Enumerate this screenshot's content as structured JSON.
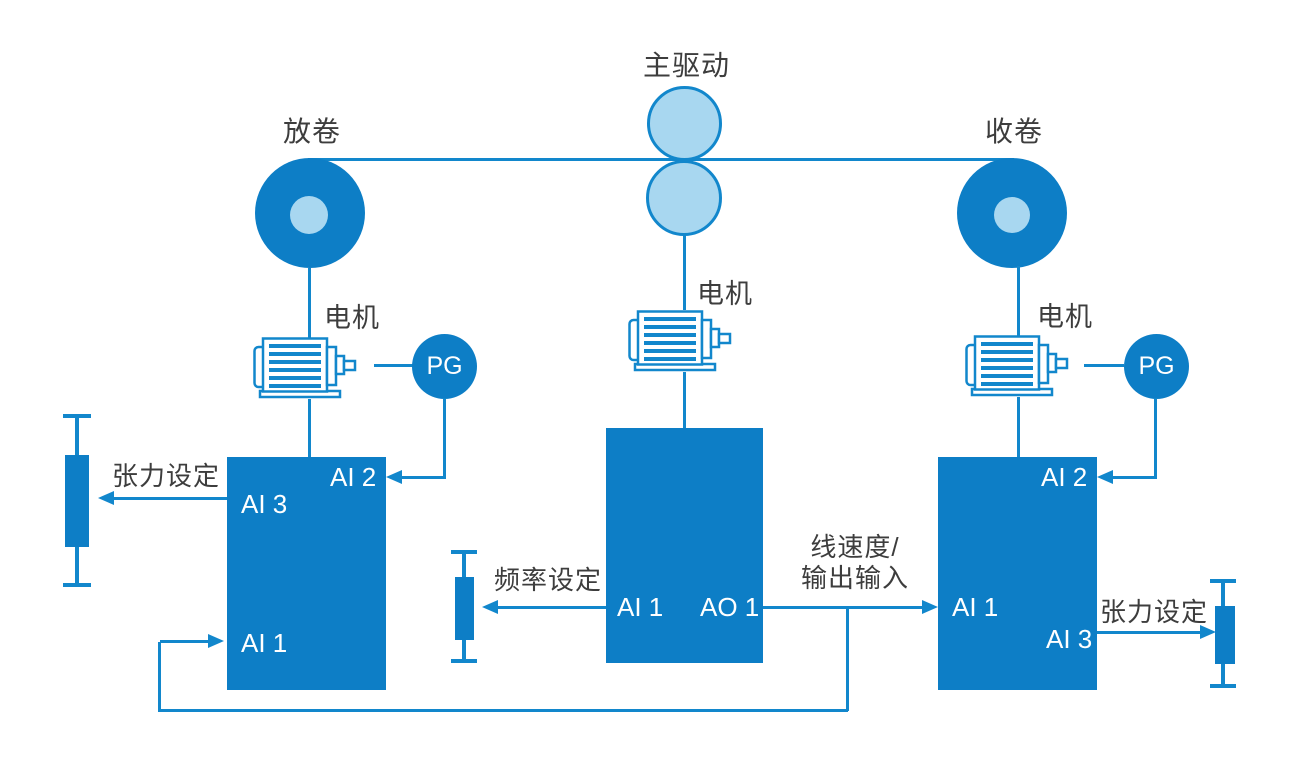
{
  "colors": {
    "solid_blue": "#0d7ec6",
    "line_blue": "#1287cc",
    "light_blue": "#a8d7f0",
    "text_dark": "#3d3d3d"
  },
  "main_drive": {
    "title": "主驱动",
    "motor_label": "电机",
    "ports": {
      "ai1": "AI 1",
      "ao1": "AO 1"
    },
    "frequency_label": "频率设定",
    "line_speed_line1": "线速度/",
    "line_speed_line2": "输出输入"
  },
  "unwind": {
    "title": "放卷",
    "motor_label": "电机",
    "pg_label": "PG",
    "ports": {
      "ai2": "AI 2",
      "ai3": "AI 3",
      "ai1": "AI 1"
    },
    "tension_label": "张力设定"
  },
  "rewind": {
    "title": "收卷",
    "motor_label": "电机",
    "pg_label": "PG",
    "ports": {
      "ai2": "AI 2",
      "ai1": "AI 1",
      "ai3": "AI 3"
    },
    "tension_label": "张力设定"
  }
}
